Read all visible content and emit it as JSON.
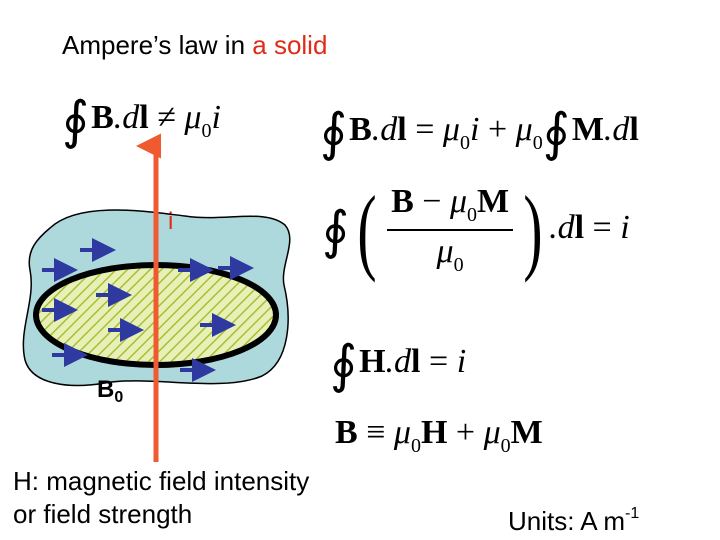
{
  "title": {
    "prefix": "Ampere’s law in ",
    "highlight": "a solid"
  },
  "colors": {
    "accent": "#e02b17",
    "blob": "#add8dc",
    "arrow": "#2e3aa0",
    "current": "#f05a30",
    "hatch": "#a6c034"
  },
  "diagram": {
    "current_label": "i",
    "field_label": "B",
    "field_label_sub": "0"
  },
  "equations": {
    "eq1": {
      "lhs_a": "B",
      "lhs_b": ".d",
      "lhs_c": "l",
      "rel": "≠",
      "rhs_mu": "μ",
      "rhs_sub": "0",
      "rhs_i": "i"
    },
    "eq2": {
      "a": "B",
      "b": ".d",
      "c": "l",
      "eq": "=",
      "mu": "μ",
      "sub": "0",
      "i": "i",
      "plus": "+",
      "mu2": "μ",
      "sub2": "0",
      "M": "M",
      "d2": ".d",
      "l2": "l"
    },
    "eq3": {
      "num_b": "B",
      "num_minus": "−",
      "num_mu": "μ",
      "num_sub": "0",
      "num_m": "M",
      "den_mu": "μ",
      "den_sub": "0",
      "tail": ".d",
      "tail_l": "l",
      "eq": "=",
      "i": "i"
    },
    "eq4": {
      "h": "H",
      "d": ".d",
      "l": "l",
      "eq": "=",
      "i": "i"
    },
    "eq5": {
      "b": "B",
      "equiv": "≡",
      "mu": "μ",
      "sub": "0",
      "h": "H",
      "plus": "+",
      "mu2": "μ",
      "sub2": "0",
      "m": "M"
    }
  },
  "definition": {
    "line1": "H: magnetic field intensity",
    "line2": "or field strength"
  },
  "units": {
    "text": "Units: A m",
    "exp": "-1"
  }
}
